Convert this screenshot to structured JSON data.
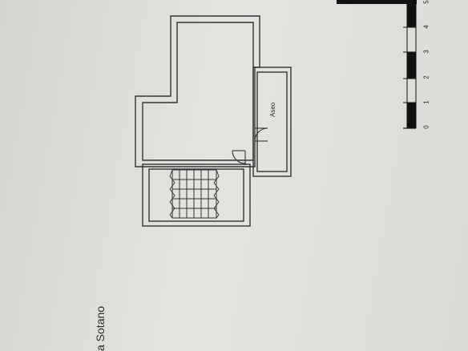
{
  "plan": {
    "title": "a Sotano",
    "room_label": "Aseo"
  },
  "scale_bar": {
    "ticks": [
      "0",
      "1",
      "2",
      "3",
      "4",
      "5"
    ]
  }
}
